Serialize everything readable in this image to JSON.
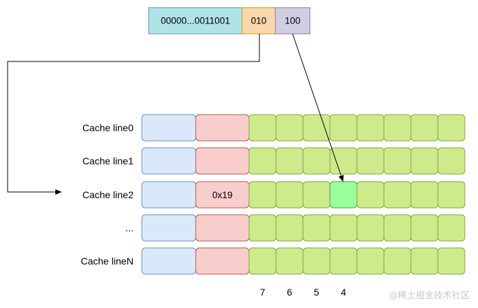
{
  "address": {
    "tag": "00000...0011001",
    "index": "010",
    "offset": "100"
  },
  "cache_lines": [
    {
      "label": "Cache line0",
      "tag_value": ""
    },
    {
      "label": "Cache line1",
      "tag_value": ""
    },
    {
      "label": "Cache line2",
      "tag_value": "0x19"
    },
    {
      "label": "...",
      "tag_value": ""
    },
    {
      "label": "Cache lineN",
      "tag_value": ""
    }
  ],
  "byte_labels": [
    "7",
    "6",
    "5",
    "4"
  ],
  "watermark": "@稀土掘金技术社区",
  "colors": {
    "tag_field": "#b0e3e6",
    "index_field": "#fad7ac",
    "offset_field": "#d0cee2",
    "valid_cell": "#dae8fc",
    "tag_cell": "#f8cecc",
    "data_cell": "#cdeb8b",
    "highlight_cell": "#99ff99"
  }
}
